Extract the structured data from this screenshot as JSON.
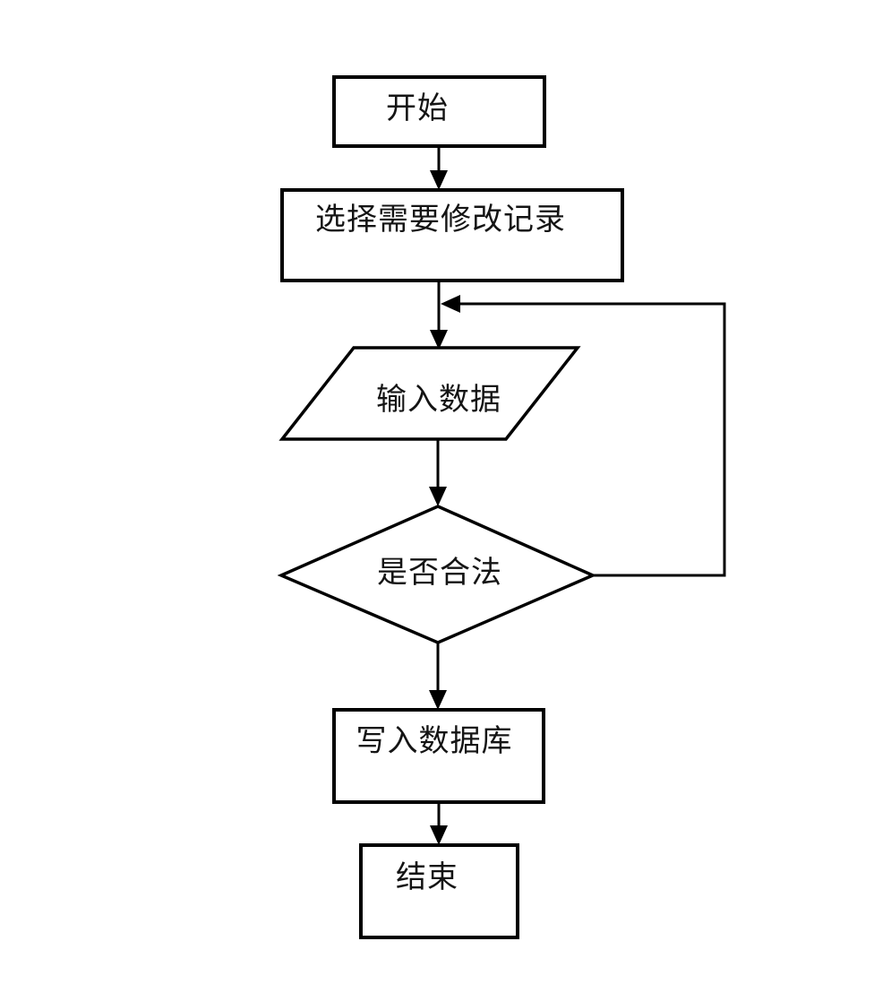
{
  "diagram": {
    "type": "flowchart",
    "background_color": "#ffffff",
    "stroke_color": "#000000",
    "text_color": "#141414",
    "nodes": [
      {
        "id": "start",
        "type": "rectangle",
        "label": "开始"
      },
      {
        "id": "select-record",
        "type": "rectangle",
        "label": "选择需要修改记录"
      },
      {
        "id": "input-data",
        "type": "parallelogram",
        "label": "输入数据"
      },
      {
        "id": "validate",
        "type": "diamond",
        "label": "是否合法"
      },
      {
        "id": "write-db",
        "type": "rectangle",
        "label": "写入数据库"
      },
      {
        "id": "end",
        "type": "rectangle",
        "label": "结束"
      }
    ],
    "edges": [
      {
        "from": "start",
        "to": "select-record",
        "style": "straight-down"
      },
      {
        "from": "select-record",
        "to": "input-data",
        "style": "straight-down"
      },
      {
        "from": "input-data",
        "to": "validate",
        "style": "straight-down"
      },
      {
        "from": "validate",
        "to": "input-data",
        "style": "loop-right-up-left"
      },
      {
        "from": "validate",
        "to": "write-db",
        "style": "straight-down"
      },
      {
        "from": "write-db",
        "to": "end",
        "style": "straight-down"
      }
    ]
  }
}
